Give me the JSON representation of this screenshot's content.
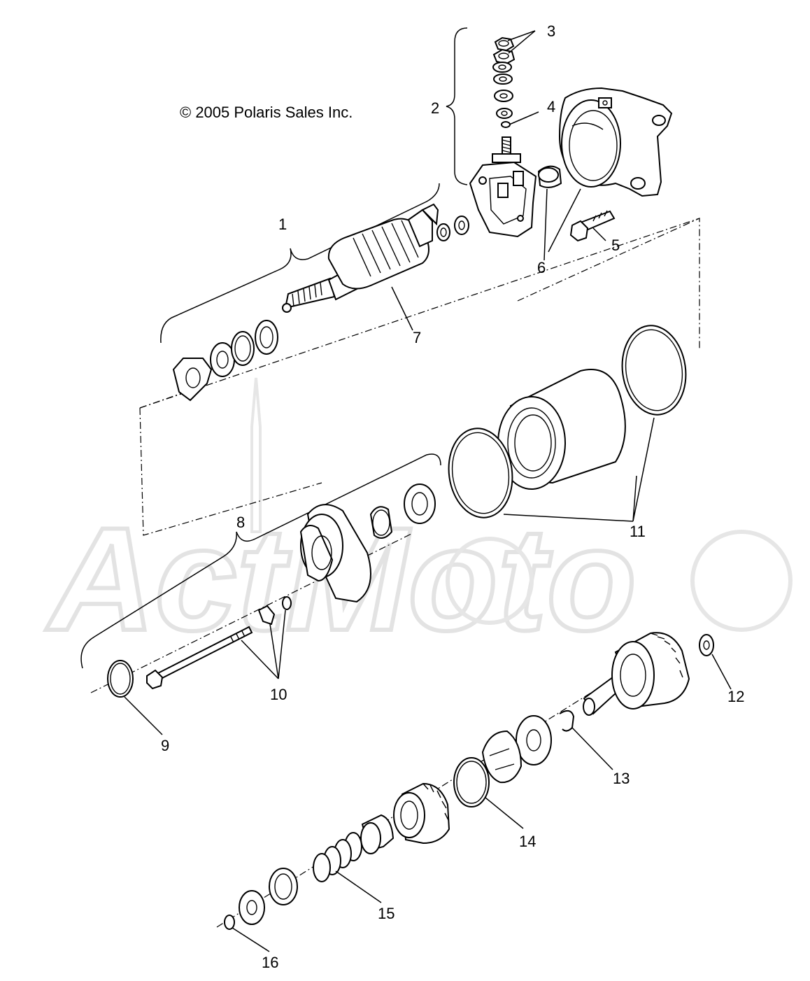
{
  "copyright": "© 2005 Polaris Sales Inc.",
  "watermark": "ActMoto",
  "callouts": [
    {
      "id": "1",
      "label": "1"
    },
    {
      "id": "2",
      "label": "2"
    },
    {
      "id": "3",
      "label": "3"
    },
    {
      "id": "4",
      "label": "4"
    },
    {
      "id": "5",
      "label": "5"
    },
    {
      "id": "6",
      "label": "6"
    },
    {
      "id": "7",
      "label": "7"
    },
    {
      "id": "8",
      "label": "8"
    },
    {
      "id": "9",
      "label": "9"
    },
    {
      "id": "10",
      "label": "10"
    },
    {
      "id": "11",
      "label": "11"
    },
    {
      "id": "12",
      "label": "12"
    },
    {
      "id": "13",
      "label": "13"
    },
    {
      "id": "14",
      "label": "14"
    },
    {
      "id": "15",
      "label": "15"
    },
    {
      "id": "16",
      "label": "16"
    }
  ]
}
